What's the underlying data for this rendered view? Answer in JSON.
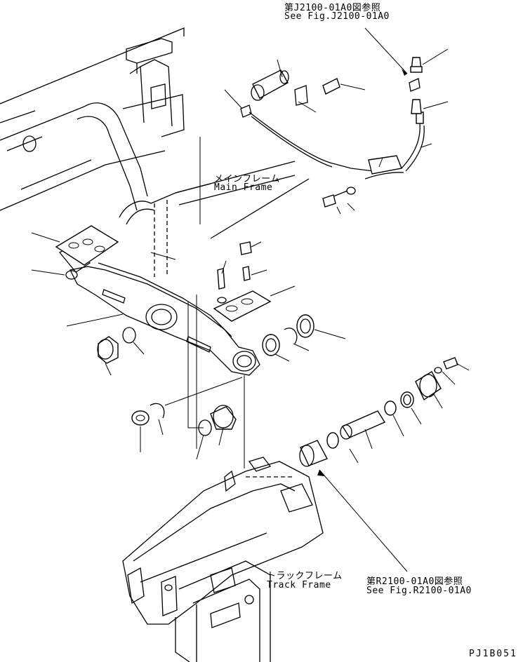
{
  "labels": {
    "ref_top_jp": "第J2100-01A0図参照",
    "ref_top_en": "See Fig.J2100-01A0",
    "main_frame_jp": "メインフレーム",
    "main_frame_en": "Main Frame",
    "track_frame_jp": "トラックフレーム",
    "track_frame_en": "Track Frame",
    "ref_bottom_jp": "第R2100-01A0図参照",
    "ref_bottom_en": "See Fig.R2100-01A0",
    "drawing_code": "PJ1B051"
  }
}
